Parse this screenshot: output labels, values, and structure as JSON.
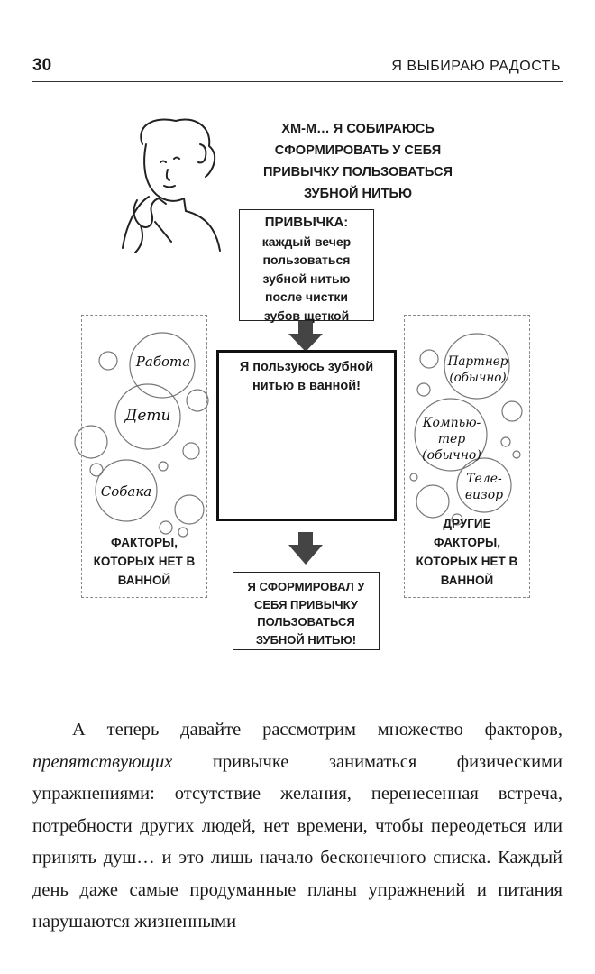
{
  "header": {
    "page_number": "30",
    "running_title": "Я ВЫБИРАЮ РАДОСТЬ"
  },
  "figure": {
    "thought_text": "ХМ-М… Я СОБИРАЮСЬ СФОРМИРОВАТЬ У СЕБЯ ПРИВЫЧКУ ПОЛЬЗОВАТЬСЯ ЗУБНОЙ НИТЬЮ",
    "habit_box": {
      "title": "ПРИВЫЧКА:",
      "text": "каждый вечер пользоваться зубной нитью после чистки зубов щеткой"
    },
    "bath_box_text": "Я пользуюсь зубной нитью в ванной!",
    "result_box_text": "Я СФОРМИРОВАЛ У СЕБЯ ПРИВЫЧКУ ПОЛЬЗОВАТЬСЯ ЗУБНОЙ НИТЬЮ!",
    "left_panel": {
      "bubbles": [
        "Работа",
        "Дети",
        "Собака"
      ],
      "caption": "ФАКТОРЫ, КОТОРЫХ НЕТ В ВАННОЙ"
    },
    "right_panel": {
      "bubbles": [
        "Партнер (обычно)",
        "Компью-тер (обычно)",
        "Теле-визор"
      ],
      "caption": "ДРУГИЕ ФАКТОРЫ, КОТОРЫХ НЕТ В ВАННОЙ"
    }
  },
  "body": {
    "p1_start": "А теперь давайте рассмотрим множество факторов, ",
    "p1_em": "препятствующих",
    "p1_end": " привычке заниматься физическими упражнениями: отсутствие желания, перенесенная встреча, потребности других людей, нет времени, чтобы переодеться или принять душ… и это лишь начало бесконечного списка. Каждый день даже самые продуманные планы упражнений и питания нарушаются жизненными"
  }
}
